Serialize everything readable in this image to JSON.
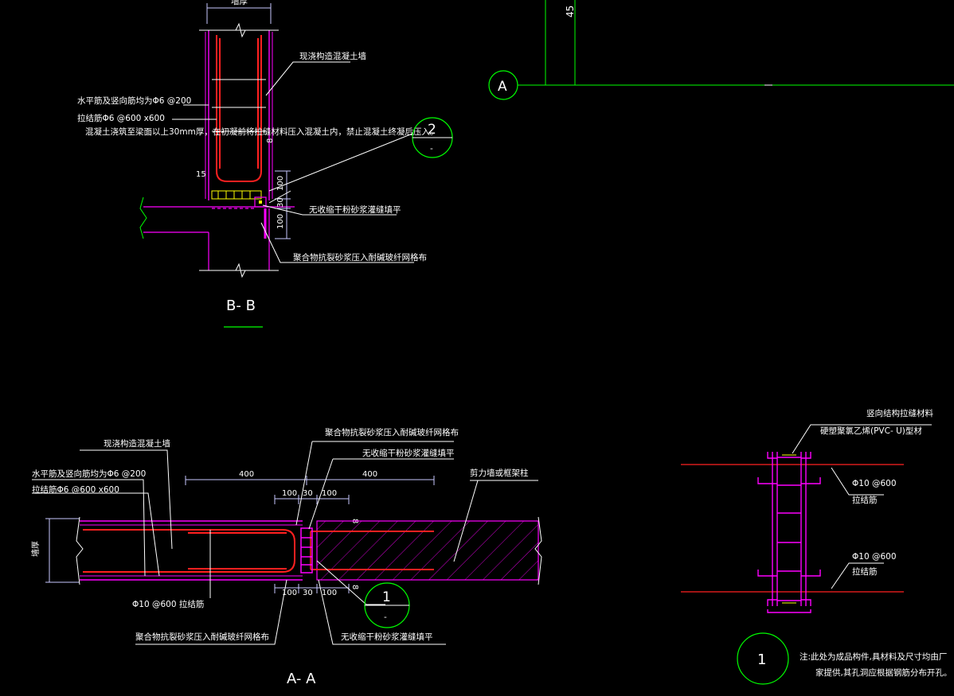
{
  "bb": {
    "top_dim": "墙厚",
    "wall_name": "现浇构造混凝土墙",
    "rebar_note": "水平筋及竖向筋均为Φ6 @200",
    "tie_note": "拉结筋Φ6 @600 x600",
    "pour_note": "混凝土浇筑至梁面以上30mm厚，在初凝前将拉缝材料压入混凝土内，禁止混凝土终凝后压入。",
    "dim_15": "15",
    "dim_8": "8",
    "dim_100_top": "100",
    "dim_30": "30",
    "dim_100_bottom": "100",
    "grout_note": "无收缩干粉砂浆灌缝填平",
    "mesh_note": "聚合物抗裂砂浆压入耐碱玻纤网格布",
    "caption": "B- B",
    "bubble_num": "2",
    "bubble_sub": "-"
  },
  "axis": {
    "label": "A",
    "dim": "45"
  },
  "aa": {
    "wall_name": "现浇构造混凝土墙",
    "rebar_note": "水平筋及竖向筋均为Φ6 @200",
    "tie_note": "拉结筋Φ6 @600 x600",
    "mesh_note_top": "聚合物抗裂砂浆压入耐碱玻纤网格布",
    "grout_note_top": "无收缩干粉砂浆灌缝填平",
    "shear_wall": "剪力墙或框架柱",
    "dim_400_left": "400",
    "dim_400_right": "400",
    "dim_100a": "100",
    "dim_30a": "30",
    "dim_100b": "100",
    "dim_8a": "8",
    "dim_8b": "8",
    "side_dim": "墙厚",
    "tie_bar": "Φ10 @600 拉结筋",
    "dim_100c": "100",
    "dim_30b": "30",
    "dim_100d": "100",
    "mesh_note_bottom": "聚合物抗裂砂浆压入耐碱玻纤网格布",
    "grout_note_bottom": "无收缩干粉砂浆灌缝填平",
    "caption": "A- A",
    "bubble_num": "1",
    "bubble_sub": "-"
  },
  "detail1": {
    "material_title": "竖向结构拉缝材料",
    "material_name": "硬塑聚氯乙烯(PVC- U)型材",
    "tie_spec_1": "Φ10 @600",
    "tie_name_1": "拉结筋",
    "tie_spec_2": "Φ10 @600",
    "tie_name_2": "拉结筋",
    "bubble_num": "1",
    "note_line1": "注:此处为成品构件,具材料及尺寸均由厂",
    "note_line2": "家提供,其孔洞应根据钢筋分布开孔。"
  },
  "colors": {
    "background": "#000000",
    "wall_outline": "#ff00ff",
    "rebar": "#ff2020",
    "dimension": "#c8c8ff",
    "leader": "#ffffff",
    "bubble": "#00ff00",
    "axis_line": "#00ff00",
    "grout": "#ffff00"
  }
}
